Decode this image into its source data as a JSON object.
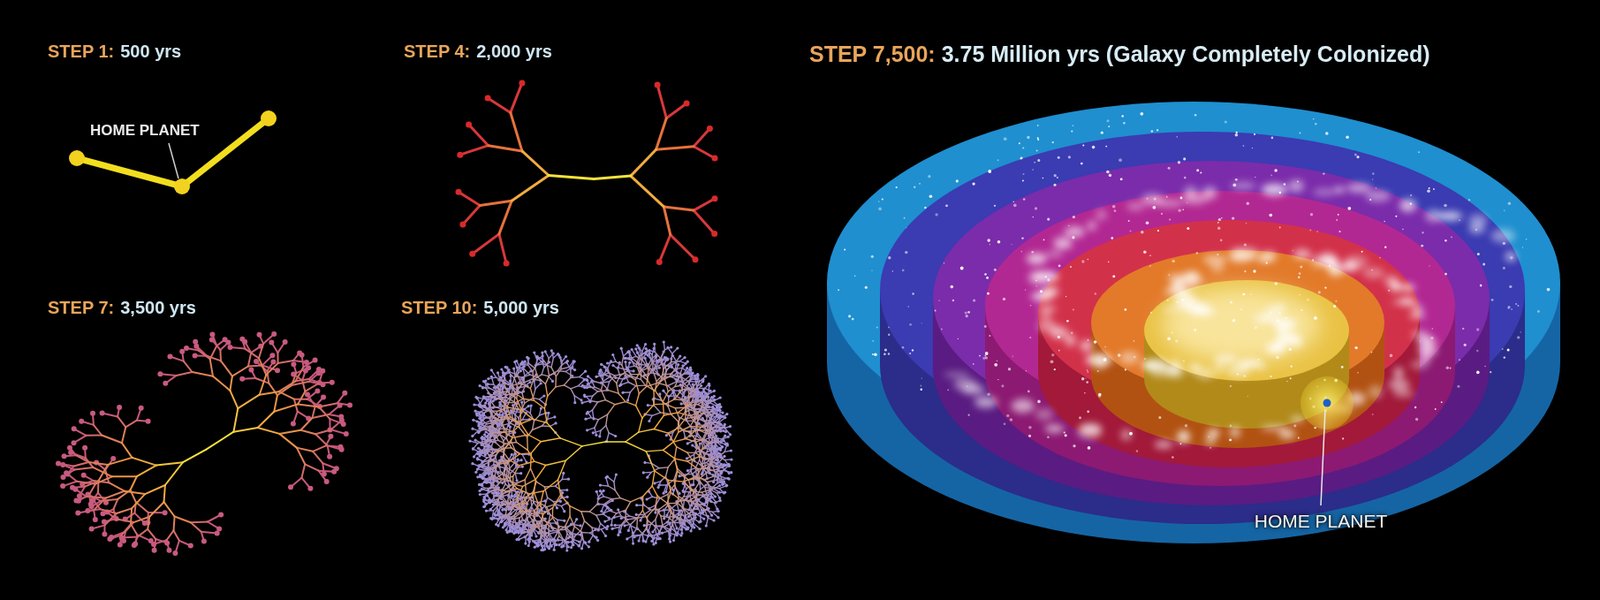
{
  "diagram": {
    "labels": [
      "STEP 1:",
      "500 yrs",
      "HOME PLANET",
      "STEP 4:",
      "2,000 yrs",
      "STEP 7,500:",
      "3.75 Million yrs (Galaxy Completely Colonized)",
      "STEP 7:",
      "3,500 yrs",
      "STEP 10:",
      "5,000 yrs",
      "HOME PLANET"
    ]
  }
}
